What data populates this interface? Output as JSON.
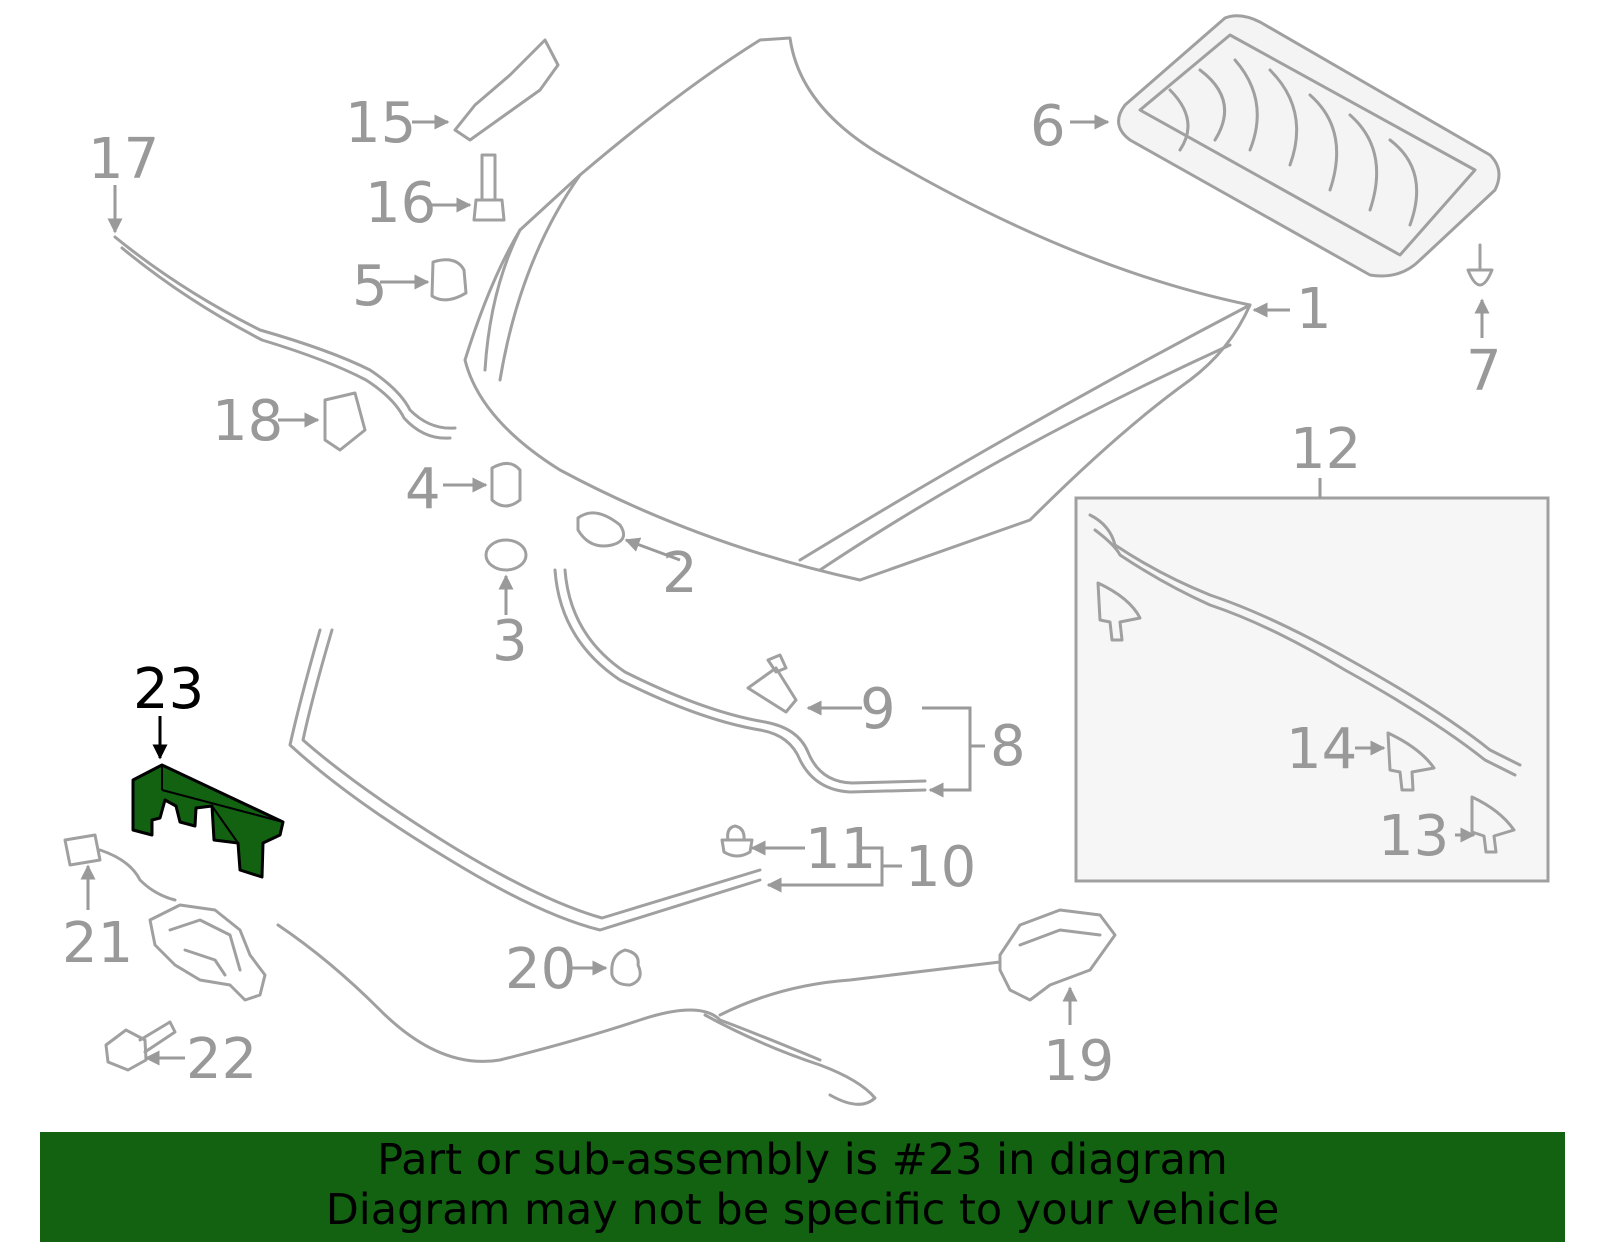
{
  "callouts": [
    "1",
    "2",
    "3",
    "4",
    "5",
    "6",
    "7",
    "8",
    "9",
    "10",
    "11",
    "12",
    "13",
    "14",
    "15",
    "16",
    "17",
    "18",
    "19",
    "20",
    "21",
    "22",
    "23"
  ],
  "highlighted_part": "23",
  "colors": {
    "highlight": "#126212",
    "line": "#a0a0a0",
    "label": "#999999",
    "footer_bg": "#126212"
  },
  "footer": {
    "line1": "Part or sub-assembly is #23 in diagram",
    "line2": "Diagram may not be specific to your vehicle"
  }
}
